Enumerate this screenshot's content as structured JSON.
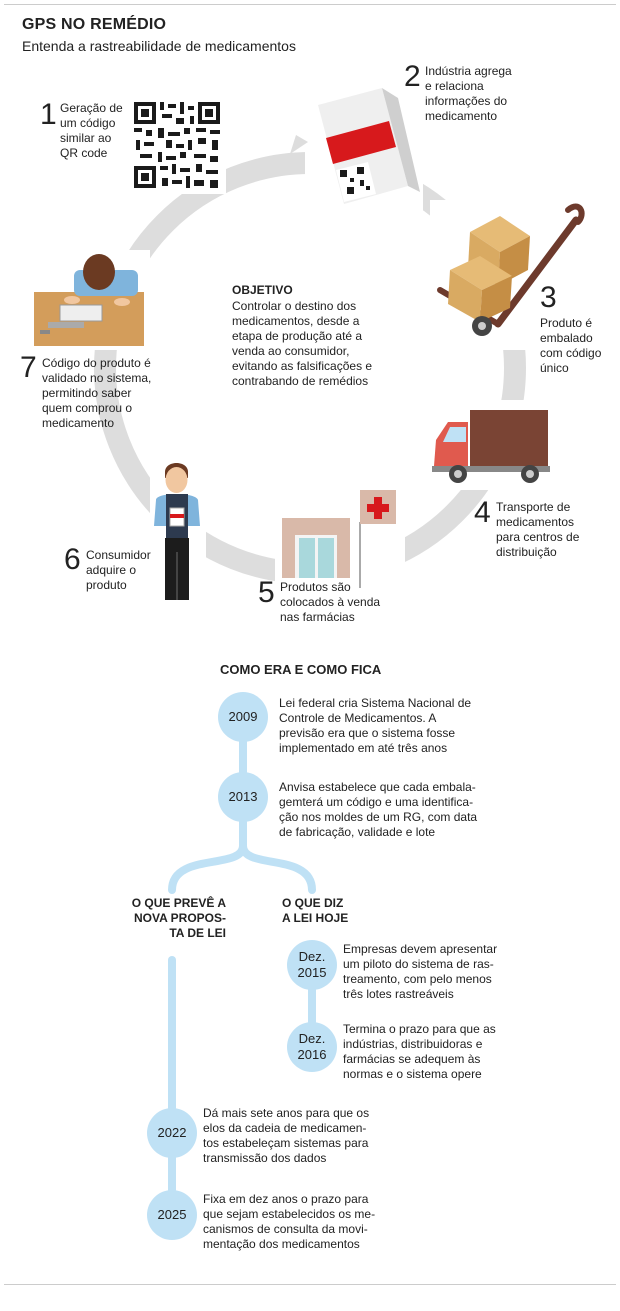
{
  "header": {
    "title": "GPS NO REMÉDIO",
    "subtitle": "Entenda a rastreabilidade de medicamentos"
  },
  "objective": {
    "title": "OBJETIVO",
    "lines": [
      "Controlar o destino dos",
      "medicamentos, desde a",
      "etapa de produção até a",
      "venda ao consumidor,",
      "evitando as falsificações e",
      "contrabando de remédios"
    ]
  },
  "steps": [
    {
      "num": "1",
      "lines": [
        "Geração de",
        "um código",
        "similar ao",
        "QR code"
      ]
    },
    {
      "num": "2",
      "lines": [
        "Indústria agrega",
        "e relaciona",
        "informações do",
        "medicamento"
      ]
    },
    {
      "num": "3",
      "lines": [
        "Produto é",
        "embalado",
        "com código",
        "único"
      ]
    },
    {
      "num": "4",
      "lines": [
        "Transporte de",
        "medicamentos",
        "para centros de",
        "distribuição"
      ]
    },
    {
      "num": "5",
      "lines": [
        "Produtos são",
        "colocados à venda",
        "nas farmácias"
      ]
    },
    {
      "num": "6",
      "lines": [
        "Consumidor",
        "adquire o",
        "produto"
      ]
    },
    {
      "num": "7",
      "lines": [
        "Código do produto é",
        "validado no sistema,",
        "permitindo saber",
        "quem comprou o",
        "medicamento"
      ]
    }
  ],
  "timeline": {
    "title": "COMO ERA E COMO FICA",
    "main": [
      {
        "label": "2009",
        "lines": [
          "Lei federal cria Sistema Nacional de",
          "Controle de Medicamentos. A",
          "previsão era que o sistema fosse",
          "implementado em até três anos"
        ]
      },
      {
        "label": "2013",
        "lines": [
          "Anvisa estabelece que cada embala-",
          "gemterá um código e uma identifica-",
          "ção nos moldes de um RG, com data",
          "de fabricação, validade e lote"
        ]
      }
    ],
    "left_branch": {
      "title_lines": [
        "O QUE PREVÊ A",
        "NOVA PROPOS-",
        "TA DE LEI"
      ],
      "events": [
        {
          "label": "2022",
          "lines": [
            "Dá mais sete anos para que os",
            "elos da cadeia de medicamen-",
            "tos estabeleçam sistemas para",
            "transmissão dos dados"
          ]
        },
        {
          "label": "2025",
          "lines": [
            "Fixa em dez anos o prazo para",
            "que sejam estabelecidos os me-",
            "canismos de consulta da movi-",
            "mentação dos medicamentos"
          ]
        }
      ]
    },
    "right_branch": {
      "title_lines": [
        "O QUE DIZ",
        "A LEI HOJE"
      ],
      "events": [
        {
          "label_lines": [
            "Dez.",
            "2015"
          ],
          "lines": [
            "Empresas devem apresentar",
            "um piloto do sistema de ras-",
            "treamento, com pelo menos",
            "três lotes rastreáveis"
          ]
        },
        {
          "label_lines": [
            "Dez.",
            "2016"
          ],
          "lines": [
            "Termina o prazo para que as",
            "indústrias, distribuidoras e",
            "farmácias se adequem às",
            "normas e o sistema opere"
          ]
        }
      ]
    }
  },
  "colors": {
    "cycle_ring": "#dddddd",
    "timeline_blue": "#bfe1f5",
    "box_red": "#d7191c",
    "truck_brown": "#7a4434",
    "cardboard": "#d9aa62",
    "desk": "#d39d5b",
    "pharmacy_wall": "#d9b9a9",
    "pharmacy_window": "#a9d8dc"
  }
}
